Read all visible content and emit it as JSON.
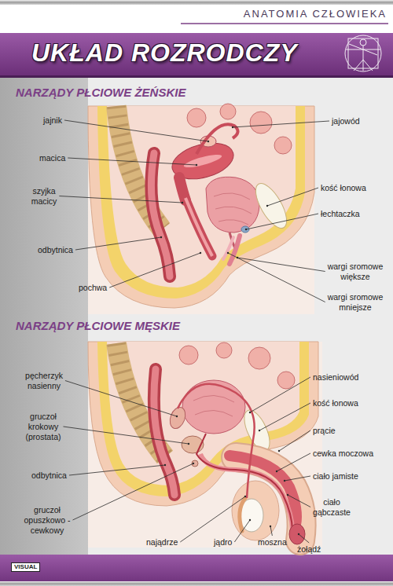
{
  "diagram": {
    "title": "UKŁAD ROZRODCZY",
    "labels": [
      "ANATOMIA CZŁOWIEKA",
      "NARZĄDY PŁCIOWE ŻEŃSKIE",
      "jajnik",
      "jajowód",
      "macica",
      "kość łonowa",
      "szyjka macicy",
      "łechtaczka",
      "odbytnica",
      "wargi sromowe większe",
      "pochwa",
      "wargi sromowe mniejsze",
      "NARZĄDY PŁCIOWE MĘSKIE",
      "nasieniowód",
      "pęcherzyk nasienny",
      "kość łonowa",
      "prącie",
      "gruczoł krokowy (prostata)",
      "cewka moczowa",
      "odbytnica",
      "ciało jamiste",
      "gruczoł opuszkowo -cewkowy",
      "ciało gąbczaste",
      "najądrze",
      "jądro",
      "moszna",
      "żołądź",
      "VISUAL"
    ]
  }
}
